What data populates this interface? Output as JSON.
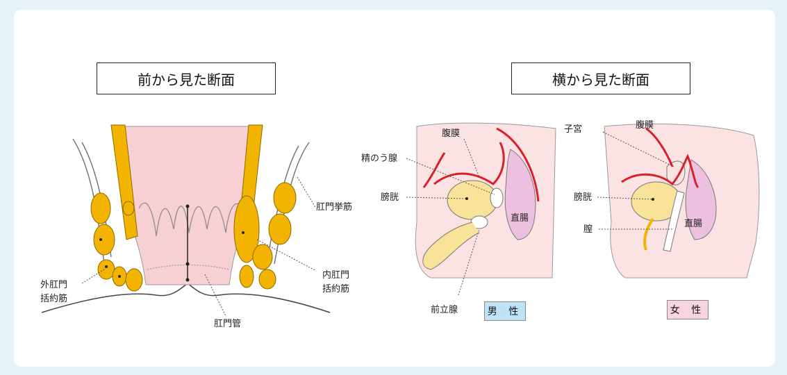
{
  "titles": {
    "front": "前から見た断面",
    "side": "横から見た断面"
  },
  "front_labels": {
    "levator": "肛門挙筋",
    "internal_1": "内肛門",
    "internal_2": "括約筋",
    "external_1": "外肛門",
    "external_2": "括約筋",
    "canal": "肛門管"
  },
  "side_labels": {
    "peritoneum_m": "腹膜",
    "seminal": "精のう腺",
    "bladder_m": "膀胱",
    "rectum_m": "直腸",
    "prostate": "前立腺",
    "uterus": "子宮",
    "peritoneum_f": "腹膜",
    "bladder_f": "膀胱",
    "vagina": "膣",
    "rectum_f": "直腸"
  },
  "badges": {
    "male": "男 性",
    "female": "女 性"
  },
  "colors": {
    "muscle": "#f2b400",
    "tissue": "#f7d6d6",
    "peritoneum": "#d8202a",
    "bladder": "#f9e39a",
    "rectum": "#eec0df"
  }
}
